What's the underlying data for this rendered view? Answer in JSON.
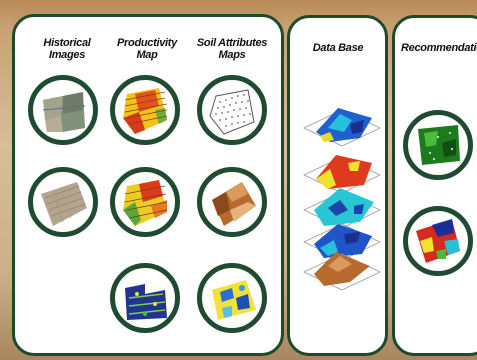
{
  "panel_main": {
    "headers": {
      "historical": [
        "Historical",
        "Images"
      ],
      "productivity": [
        "Productivity",
        "Map"
      ],
      "soil": [
        "Soil Attributes",
        "Maps"
      ]
    }
  },
  "panel_db": {
    "title": "Data Base"
  },
  "panel_rec": {
    "title": "Recommendations"
  },
  "colors": {
    "ring": "#1f4b33",
    "panel_border": "#1e4a2c",
    "background": "#c9a174"
  },
  "icons": [
    "historical-aerial-image",
    "productivity-map",
    "soil-points-map",
    "historical-field-image",
    "productivity-map-2",
    "soil-attribute-map",
    "zone-map",
    "soil-classes-map",
    "recommendation-map-green",
    "recommendation-map-red"
  ]
}
